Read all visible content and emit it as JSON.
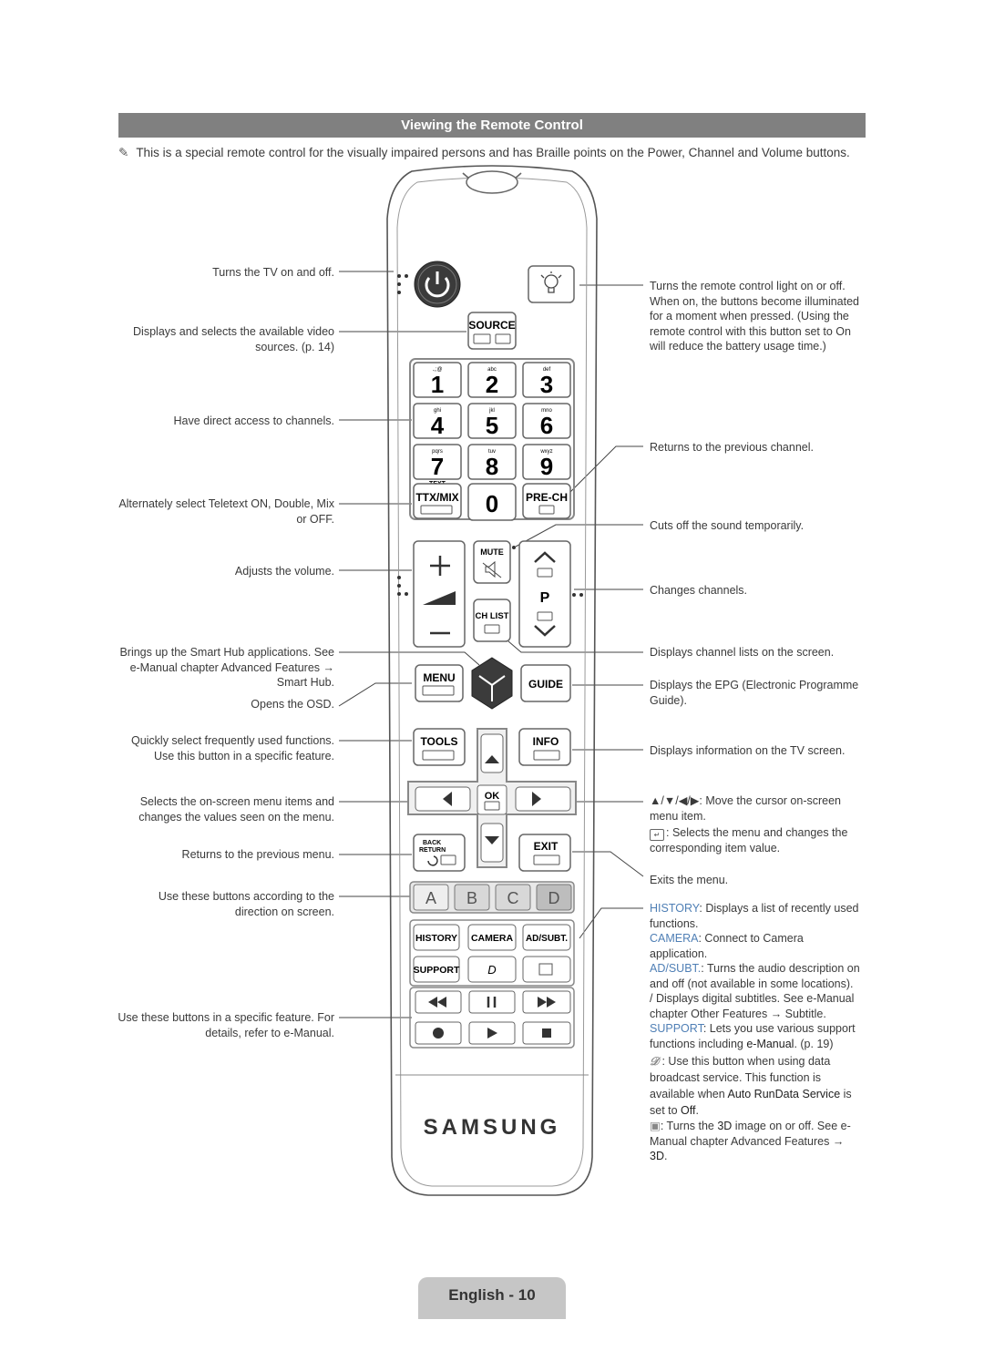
{
  "header": {
    "title": "Viewing the Remote Control"
  },
  "note": {
    "text": "This is a special remote control for the visually impaired persons and has Braille points on the Power, Channel and Volume buttons."
  },
  "left_annotations": {
    "power": "Turns the TV on and off.",
    "source": "Displays and selects the available video sources. (p. 14)",
    "channels": "Have direct access to channels.",
    "teletext": "Alternately select Teletext ON, Double, Mix or OFF.",
    "volume": "Adjusts the volume.",
    "smarthub": "Brings up the Smart Hub applications. See e-Manual chapter Advanced Features → Smart Hub.",
    "osd": "Opens the OSD.",
    "tools": "Quickly select frequently used functions. Use this button in a specific feature.",
    "navigation": "Selects the on-screen menu items and changes the values seen on the menu.",
    "return": "Returns to the previous menu.",
    "color_buttons": "Use these buttons according to the direction on screen.",
    "media": "Use these buttons in a specific feature. For details, refer to e-Manual."
  },
  "right_annotations": {
    "light": "Turns the remote control light on or off. When on, the buttons become illuminated for a moment when pressed. (Using the remote control with this button set to On will reduce the battery usage time.)",
    "prech": "Returns to the previous channel.",
    "mute": "Cuts off the sound temporarily.",
    "channel": "Changes channels.",
    "chlist": "Displays channel lists on the screen.",
    "guide": "Displays the EPG (Electronic Programme Guide).",
    "info": "Displays information on the TV screen.",
    "arrows": "▲/▼/◀/▶: Move the cursor on-screen menu item.",
    "ok": ": Selects the menu and changes the corresponding item value.",
    "exit": "Exits the menu.",
    "history_label": "HISTORY",
    "history_text": ": Displays a list of recently used functions.",
    "camera_label": "CAMERA",
    "camera_text": ": Connect to Camera application.",
    "adsubt_label": "AD/SUBT.",
    "adsubt_text": ": Turns the audio description on and off (not available in some locations).",
    "subtitle_text": "/ Displays digital subtitles. See e-Manual chapter Other Features → Subtitle.",
    "support_label": "SUPPORT",
    "support_text_a": ": Lets you use various support functions including ",
    "support_emanual": "e-Manual",
    "support_text_b": ". (p. 19)",
    "data_text_a": ": Use this button when using data broadcast service. This function is available when ",
    "data_bold": "Auto RunData Service",
    "data_text_b": " is set to ",
    "data_off": "Off",
    "data_text_c": ".",
    "threed_text_a": ": Turns the ",
    "threed_bold": "3D",
    "threed_text_b": " image on or off. See e-Manual chapter Advanced Features → ",
    "threed_end": "3D",
    "threed_text_c": "."
  },
  "remote": {
    "source": "SOURCE",
    "keys": [
      {
        "num": "1",
        "letters": ".,;@"
      },
      {
        "num": "2",
        "letters": "abc"
      },
      {
        "num": "3",
        "letters": "def"
      },
      {
        "num": "4",
        "letters": "ghi"
      },
      {
        "num": "5",
        "letters": "jkl"
      },
      {
        "num": "6",
        "letters": "mno"
      },
      {
        "num": "7",
        "letters": "pqrs"
      },
      {
        "num": "8",
        "letters": "tuv"
      },
      {
        "num": "9",
        "letters": "wxyz"
      }
    ],
    "zero": "0",
    "text_label": "TEXT",
    "ttx": "TTX/MIX",
    "prech": "PRE-CH",
    "mute": "MUTE",
    "chlist": "CH LIST",
    "ch_p": "P",
    "menu": "MENU",
    "guide": "GUIDE",
    "tools": "TOOLS",
    "info": "INFO",
    "ok": "OK",
    "back": "BACK",
    "return": "RETURN",
    "exit": "EXIT",
    "colors": [
      "A",
      "B",
      "C",
      "D"
    ],
    "history": "HISTORY",
    "camera": "CAMERA",
    "adsubt": "AD/SUBT.",
    "support": "SUPPORT",
    "d": "D",
    "brand": "SAMSUNG"
  },
  "footer": {
    "page": "English - 10"
  },
  "colors": {
    "header_bg": "#808080",
    "accent": "#4f7fb5",
    "footer_bg": "#c6c6c6"
  }
}
